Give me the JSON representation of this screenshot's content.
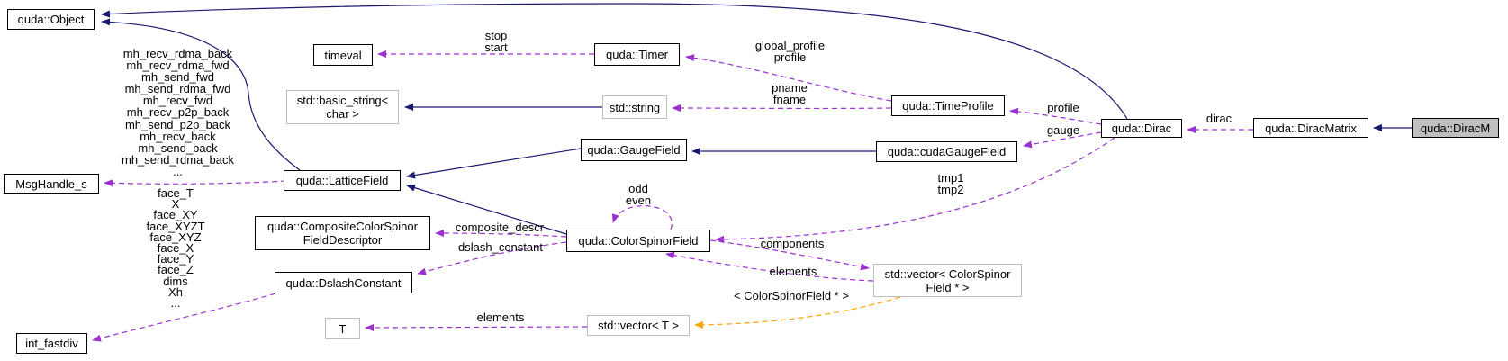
{
  "diagram": {
    "kind": "doxygen-collaboration-graph",
    "colors": {
      "inheritance_edge": "#191970",
      "usage_edge": "#9a32cd",
      "template_edge": "#ffa500",
      "node_border": "#000000",
      "external_node_border": "#bebebe",
      "selected_node_fill": "#bfbfbf",
      "node_fill": "#ffffff"
    },
    "nodes": {
      "object": {
        "label": "quda::Object"
      },
      "msg_handle": {
        "label": "MsgHandle_s"
      },
      "int_fastdiv": {
        "label": "int_fastdiv"
      },
      "timeval": {
        "label": "timeval"
      },
      "basic_string": {
        "label": "std::basic_string<\nchar >"
      },
      "std_string": {
        "label": "std::string"
      },
      "timer": {
        "label": "quda::Timer"
      },
      "time_profile": {
        "label": "quda::TimeProfile"
      },
      "gauge_field": {
        "label": "quda::GaugeField"
      },
      "cuda_gauge_field": {
        "label": "quda::cudaGaugeField"
      },
      "lattice_field": {
        "label": "quda::LatticeField"
      },
      "composite_descriptor": {
        "label": "quda::CompositeColorSpinor\nFieldDescriptor"
      },
      "color_spinor_field": {
        "label": "quda::ColorSpinorField"
      },
      "dslash_constant": {
        "label": "quda::DslashConstant"
      },
      "t": {
        "label": "T"
      },
      "vector_t": {
        "label": "std::vector< T >"
      },
      "vector_csf": {
        "label": "std::vector< ColorSpinor\nField * >"
      },
      "dirac": {
        "label": "quda::Dirac"
      },
      "dirac_matrix": {
        "label": "quda::DiracMatrix"
      },
      "dirac_m": {
        "label": "quda::DiracM"
      }
    },
    "edge_labels": {
      "timer_to_timeval": "stop\nstart",
      "timeprofile_to_timer": "global_profile\nprofile",
      "timeprofile_to_string": "pname\nfname",
      "dirac_to_timeprofile": "profile",
      "dirac_to_cudagauge": "gauge",
      "diracmatrix_to_dirac": "dirac",
      "dirac_to_colorspinor": "tmp1\ntmp2",
      "colorspinor_self": "odd\neven",
      "colorspinor_to_composite": "composite_descr",
      "colorspinor_to_dslash": "dslash_constant",
      "colorspinor_to_vector": "components",
      "vector_to_colorspinor": "elements",
      "vectorcsf_to_vectort": "< ColorSpinorField * >",
      "vectort_to_t": "elements",
      "latticefield_to_msghandle": "mh_recv_rdma_back\nmh_recv_rdma_fwd\nmh_send_fwd\nmh_send_rdma_fwd\nmh_recv_fwd\nmh_recv_p2p_back\nmh_send_p2p_back\nmh_recv_back\nmh_send_back\nmh_send_rdma_back\n...",
      "dslash_to_intfastdiv": "face_T\nX\nface_XY\nface_XYZT\nface_XYZ\nface_X\nface_Y\nface_Z\ndims\nXh\n..."
    }
  }
}
